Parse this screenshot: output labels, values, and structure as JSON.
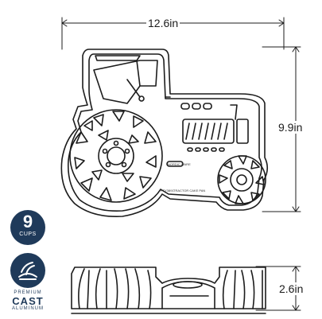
{
  "dimensions": {
    "width": "12.6in",
    "height": "9.9in",
    "depth": "2.6in"
  },
  "capacity_badge": {
    "number": "9",
    "unit": "CUPS"
  },
  "material_badge": {
    "premium": "PREMIUM",
    "cast": "CAST",
    "aluminum": "ALUMINUM"
  },
  "pan_markings": {
    "brand": "NORDIC WARE",
    "name": "TRACTOR CAKE PAN",
    "code": "PTY3891"
  },
  "colors": {
    "badge": "#1f3a5a",
    "line": "#1c1c1c"
  }
}
